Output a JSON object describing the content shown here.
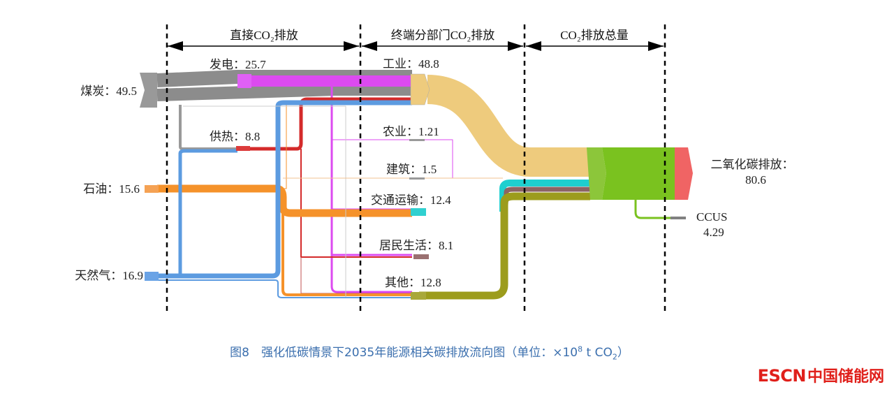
{
  "header": {
    "section_direct": "直接CO₂排放",
    "section_sector": "终端分部门CO₂排放",
    "section_total": "CO₂排放总量"
  },
  "sources": [
    {
      "id": "coal",
      "label": "煤炭：49.5",
      "name": "煤炭",
      "value": 49.5,
      "color": "#8c8c8c"
    },
    {
      "id": "oil",
      "label": "石油：15.6",
      "name": "石油",
      "value": 15.6,
      "color": "#f5922a"
    },
    {
      "id": "gas",
      "label": "天然气：16.9",
      "name": "天然气",
      "value": 16.9,
      "color": "#5c9be0"
    }
  ],
  "conversion": [
    {
      "id": "power",
      "label": "发电：25.7",
      "name": "发电",
      "value": 25.7,
      "color": "#dc4af0"
    },
    {
      "id": "heat",
      "label": "供热：8.8",
      "name": "供热",
      "value": 8.8,
      "color": "#d42a2a"
    }
  ],
  "sectors": [
    {
      "id": "industry",
      "label": "工业：48.8",
      "name": "工业",
      "value": 48.8,
      "color": "#eecb7d"
    },
    {
      "id": "agriculture",
      "label": "农业：1.21",
      "name": "农业",
      "value": 1.21,
      "color": "#a0a0a0"
    },
    {
      "id": "building",
      "label": "建筑：1.5",
      "name": "建筑",
      "value": 1.5,
      "color": "#a0a0a0"
    },
    {
      "id": "transport",
      "label": "交通运输：12.4",
      "name": "交通运输",
      "value": 12.4,
      "color": "#1ecfcf"
    },
    {
      "id": "residential",
      "label": "居民生活：8.1",
      "name": "居民生活",
      "value": 8.1,
      "color": "#8c6464"
    },
    {
      "id": "other",
      "label": "其他：12.8",
      "name": "其他",
      "value": 12.8,
      "color": "#9c9c1c"
    }
  ],
  "totals": {
    "emission_label": "二氧化碳排放：",
    "emission_value": "80.6",
    "ccus_label": "CCUS",
    "ccus_value": "4.29",
    "total_color": "#7ac21f",
    "emission_color": "#f06464",
    "ccus_color": "#808080"
  },
  "caption": {
    "prefix": "图8　强化低碳情景下2035年能源相关碳排放流向图（单位：×10",
    "exponent": "8",
    "unit": " t CO",
    "subscript": "2",
    "suffix": "）"
  },
  "logo": {
    "latin": "ESCN",
    "chinese": "中国储能网"
  },
  "chart_data": {
    "type": "sankey",
    "title": "强化低碳情景下2035年能源相关碳排放流向图",
    "unit": "×10^8 t CO2",
    "stages": [
      "直接CO₂排放",
      "终端分部门CO₂排放",
      "CO₂排放总量"
    ],
    "nodes": [
      {
        "name": "煤炭",
        "value": 49.5
      },
      {
        "name": "石油",
        "value": 15.6
      },
      {
        "name": "天然气",
        "value": 16.9
      },
      {
        "name": "发电",
        "value": 25.7
      },
      {
        "name": "供热",
        "value": 8.8
      },
      {
        "name": "工业",
        "value": 48.8
      },
      {
        "name": "农业",
        "value": 1.21
      },
      {
        "name": "建筑",
        "value": 1.5
      },
      {
        "name": "交通运输",
        "value": 12.4
      },
      {
        "name": "居民生活",
        "value": 8.1
      },
      {
        "name": "其他",
        "value": 12.8
      },
      {
        "name": "二氧化碳排放",
        "value": 80.6
      },
      {
        "name": "CCUS",
        "value": 4.29
      }
    ],
    "links": [
      {
        "source": "煤炭",
        "target": "发电"
      },
      {
        "source": "煤炭",
        "target": "工业"
      },
      {
        "source": "煤炭",
        "target": "供热"
      },
      {
        "source": "石油",
        "target": "交通运输"
      },
      {
        "source": "石油",
        "target": "工业"
      },
      {
        "source": "石油",
        "target": "其他"
      },
      {
        "source": "天然气",
        "target": "工业"
      },
      {
        "source": "天然气",
        "target": "供热"
      },
      {
        "source": "天然气",
        "target": "其他"
      },
      {
        "source": "发电",
        "target": "工业"
      },
      {
        "source": "发电",
        "target": "农业"
      },
      {
        "source": "发电",
        "target": "建筑"
      },
      {
        "source": "发电",
        "target": "交通运输"
      },
      {
        "source": "发电",
        "target": "居民生活"
      },
      {
        "source": "发电",
        "target": "其他"
      },
      {
        "source": "供热",
        "target": "工业"
      },
      {
        "source": "供热",
        "target": "居民生活"
      },
      {
        "source": "供热",
        "target": "其他"
      },
      {
        "source": "工业",
        "target": "二氧化碳排放"
      },
      {
        "source": "交通运输",
        "target": "二氧化碳排放"
      },
      {
        "source": "居民生活",
        "target": "二氧化碳排放"
      },
      {
        "source": "其他",
        "target": "二氧化碳排放"
      },
      {
        "source": "二氧化碳排放",
        "target": "CCUS"
      }
    ]
  }
}
